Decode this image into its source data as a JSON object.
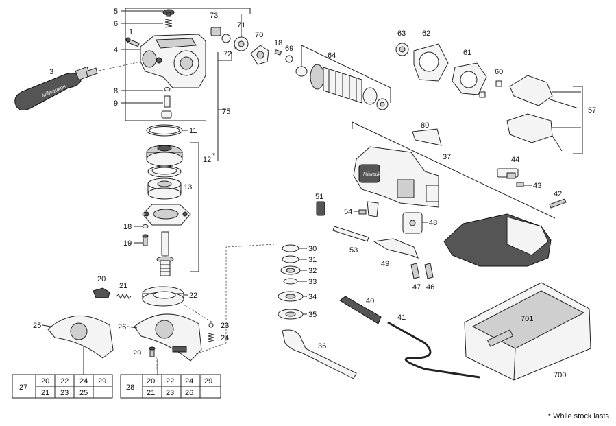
{
  "callouts": {
    "c1": "1",
    "c3": "3",
    "c4": "4",
    "c5": "5",
    "c6": "6",
    "c8": "8",
    "c9": "9",
    "c11": "11",
    "c12": "12",
    "c13": "13",
    "c18": "18",
    "c19": "19",
    "c20": "20",
    "c21": "21",
    "c22": "22",
    "c23": "23",
    "c24": "24",
    "c25": "25",
    "c26": "26",
    "c29": "29",
    "c30": "30",
    "c31": "31",
    "c32": "32",
    "c33": "33",
    "c34": "34",
    "c35": "35",
    "c36": "36",
    "c37": "37",
    "c40": "40",
    "c41": "41",
    "c42": "42",
    "c43": "43",
    "c44": "44",
    "c46": "46",
    "c47": "47",
    "c48": "48",
    "c49": "49",
    "c51": "51",
    "c53": "53",
    "c54": "54",
    "c57": "57",
    "c60": "60",
    "c61": "61",
    "c62": "62",
    "c63": "63",
    "c64": "64",
    "c69": "69",
    "c70": "70",
    "c71": "71",
    "c72": "72",
    "c73": "73",
    "c75": "75",
    "c80": "80",
    "c700": "700",
    "c701": "701",
    "c18b": "18"
  },
  "star": "*",
  "table27": {
    "label": "27",
    "row1": [
      "20",
      "22",
      "24",
      "29"
    ],
    "row2": [
      "21",
      "23",
      "25",
      ""
    ]
  },
  "table28": {
    "label": "28",
    "row1": [
      "20",
      "22",
      "24",
      "29"
    ],
    "row2": [
      "21",
      "23",
      "26",
      ""
    ]
  },
  "footnote": "While stock lasts",
  "brand_mark": "Milwaukee"
}
